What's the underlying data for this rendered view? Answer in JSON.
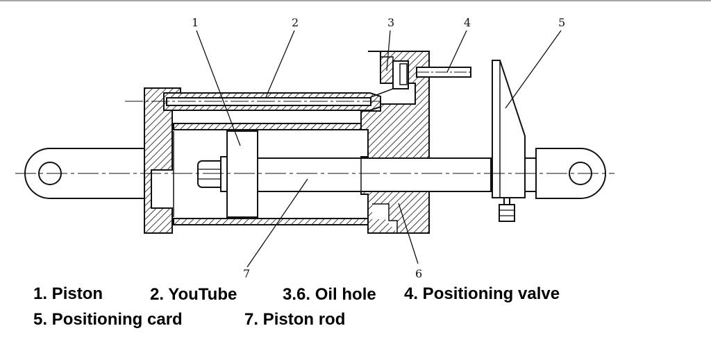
{
  "part_numbers": {
    "n1": "1",
    "n2": "2",
    "n3": "3",
    "n4": "4",
    "n5": "5",
    "n6": "6",
    "n7": "7"
  },
  "legend": {
    "item1": "1. Piston",
    "item2": "2. YouTube",
    "item3": "3.6. Oil hole",
    "item4": "4. Positioning valve",
    "item5": "5. Positioning card",
    "item6": "7. Piston rod"
  }
}
